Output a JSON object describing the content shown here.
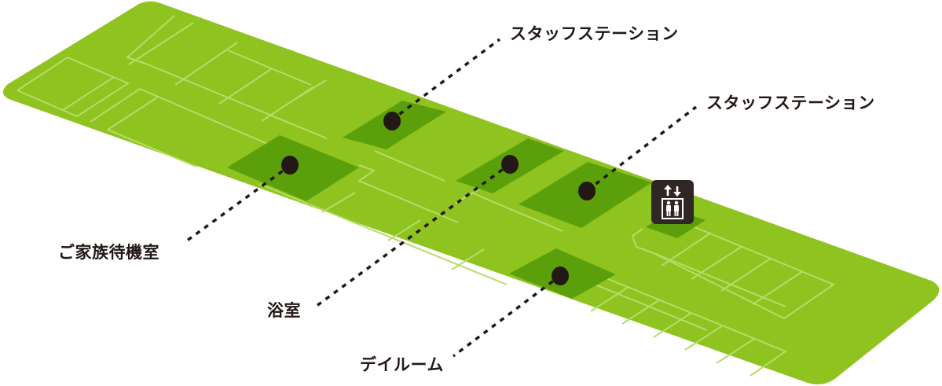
{
  "diagram": {
    "type": "isometric-floor-plan",
    "colors": {
      "floor": "#8fc31f",
      "highlight": "#5ba00a",
      "room_lines": "#b7dc6a",
      "marker": "#231815",
      "label_text": "#231815",
      "elevator_bg": "#2f2725"
    },
    "labels": [
      {
        "id": "staff-station-1",
        "text": "スタッフステーション"
      },
      {
        "id": "staff-station-2",
        "text": "スタッフステーション"
      },
      {
        "id": "family-waiting-room",
        "text": "ご家族待機室"
      },
      {
        "id": "bathroom",
        "text": "浴室"
      },
      {
        "id": "day-room",
        "text": "デイルーム"
      }
    ],
    "icons": {
      "elevator": {
        "name": "elevator-icon",
        "arrows": "↑↓"
      }
    }
  }
}
